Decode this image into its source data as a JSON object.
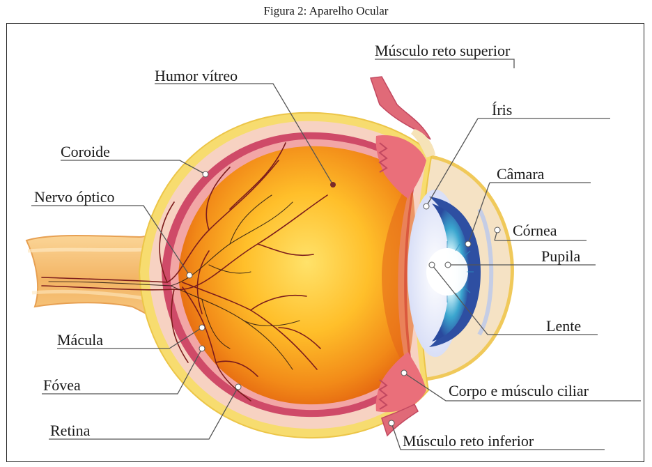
{
  "figure": {
    "caption": "Figura 2: Aparelho Ocular"
  },
  "labels": {
    "musculo_reto_superior": "Músculo reto superior",
    "humor_vitreo": "Humor vítreo",
    "iris": "Íris",
    "coroide": "Coroide",
    "camara": "Câmara",
    "nervo_optico": "Nervo óptico",
    "cornea": "Córnea",
    "pupila": "Pupila",
    "lente": "Lente",
    "macula": "Mácula",
    "fovea": "Fóvea",
    "corpo_musculo_ciliar": "Corpo e músculo ciliar",
    "retina": "Retina",
    "musculo_reto_inferior": "Músculo reto inferior"
  },
  "colors": {
    "sclera": "#f7dc6f",
    "choroid_band": "#cf4a68",
    "vitreous_center": "#ffd23f",
    "vitreous_edge": "#e8600e",
    "nerve": "#f0b35a",
    "iris": "#2f5aa8",
    "iris_light": "#8fd3e8",
    "vessel": "#8b1a1a",
    "leader_line": "#555555"
  }
}
